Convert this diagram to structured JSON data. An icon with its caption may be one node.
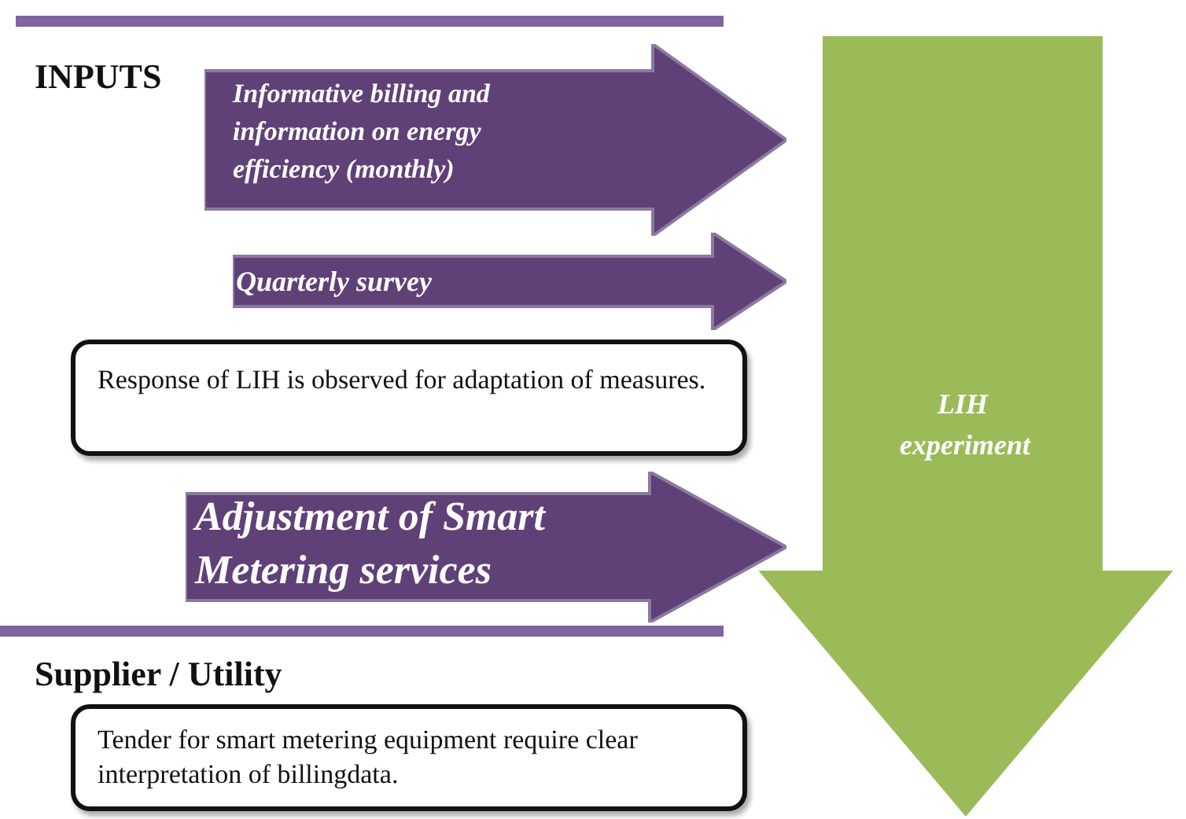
{
  "diagram": {
    "nodes": [
      {
        "text": [
          "Informative billing and information on energy efficiency (monthly)"
        ]
      },
      {
        "text": [
          "Quarterly survey"
        ]
      },
      {
        "text": [
          "Response of LIH is observed for adaptation of measures."
        ]
      },
      {
        "text": [
          "Adjustment of Smart Metering services"
        ]
      },
      {
        "text": [
          "LIH experiment"
        ]
      },
      {
        "text": [
          "Tender for smart metering equipment require clear interpretation of billingdata."
        ]
      }
    ],
    "edges": [],
    "labels": [
      "INPUTS",
      "Supplier / Utility"
    ]
  }
}
